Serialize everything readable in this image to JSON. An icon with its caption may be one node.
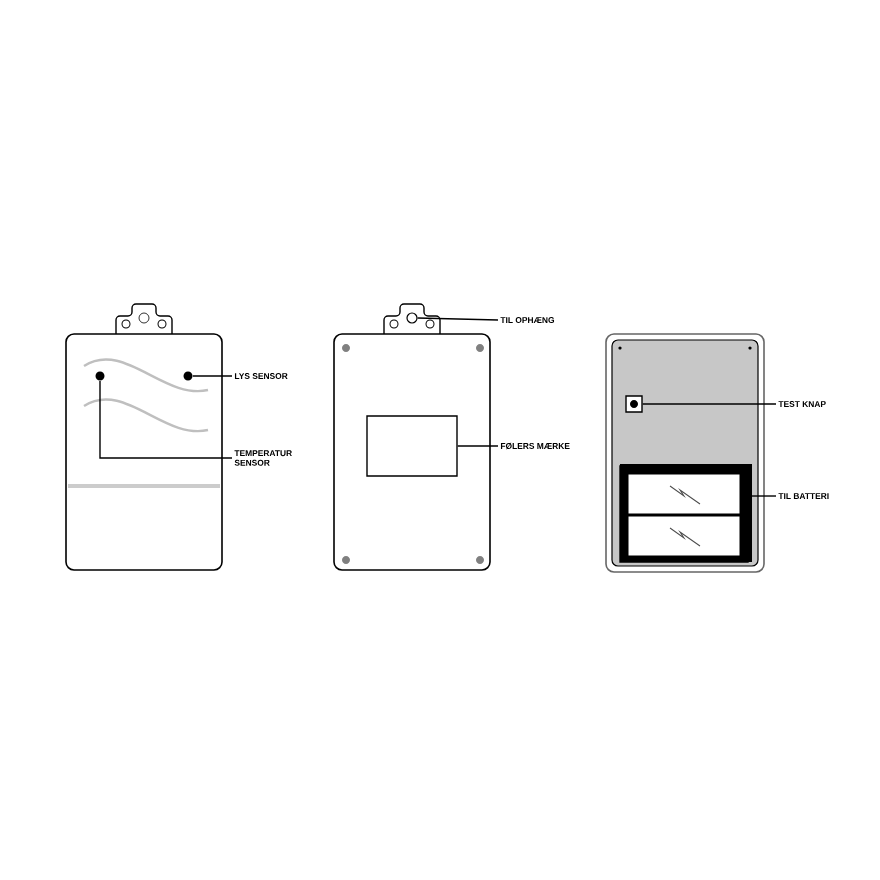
{
  "diagram": {
    "nodes": [
      {
        "text": [
          "LYS SENSOR"
        ]
      },
      {
        "text": [],
        "shape": "dot"
      },
      {
        "text": [
          "TEMPERATUR SENSOR"
        ]
      },
      {
        "text": [],
        "shape": "dot"
      },
      {
        "text": [
          "TIL OPHÆNG"
        ]
      },
      {
        "text": [],
        "shape": "circle"
      },
      {
        "text": [
          "FØLERS MÆRKE"
        ]
      },
      {
        "text": [],
        "shape": "box"
      },
      {
        "text": [
          "TEST KNAP"
        ]
      },
      {
        "text": [],
        "shape": "box"
      },
      {
        "text": [
          "TIL BATTERI"
        ]
      },
      {
        "text": [],
        "shape": "box"
      }
    ],
    "edges": [
      {
        "from": 0,
        "to": 3,
        "arrow": "none"
      },
      {
        "from": 2,
        "to": 1,
        "arrow": "none"
      },
      {
        "from": 4,
        "to": 5,
        "arrow": "none"
      },
      {
        "from": 6,
        "to": 7,
        "arrow": "none"
      },
      {
        "from": 8,
        "to": 9,
        "arrow": "none"
      },
      {
        "from": 10,
        "to": 11,
        "arrow": "none"
      }
    ]
  }
}
